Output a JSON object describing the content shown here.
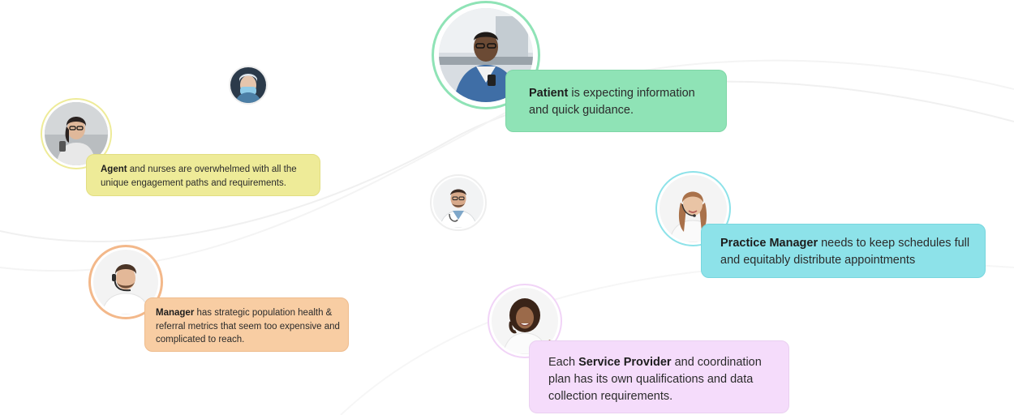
{
  "personas": {
    "patient": {
      "label": "Patient",
      "text": " is expecting information and quick guidance.",
      "ring_color": "#8fe3b6",
      "bubble_color": "#8fe3b6"
    },
    "agent": {
      "label": "Agent",
      "text": " and nurses are overwhelmed with all the unique engagement paths and requirements.",
      "ring_color": "#eeeb98",
      "bubble_color": "#eeeb98"
    },
    "manager": {
      "label": "Manager",
      "text": " has strategic population health & referral metrics that seem too expensive and complicated to reach.",
      "ring_color": "#f3b88a",
      "bubble_color": "#f8cda3"
    },
    "practice_manager": {
      "label": "Practice Manager",
      "text": " needs to keep schedules full and equitably distribute appointments",
      "ring_color": "#8de2e9",
      "bubble_color": "#8de2e9"
    },
    "service_provider": {
      "prefix": "Each ",
      "label": "Service Provider",
      "text": " and coordination plan has its own qualifications and data collection requirements.",
      "ring_color": "#f5dcfb",
      "bubble_color": "#f5dcfb"
    }
  },
  "icons": {
    "nurse": "nurse-avatar-icon",
    "doctor": "doctor-avatar-icon"
  }
}
